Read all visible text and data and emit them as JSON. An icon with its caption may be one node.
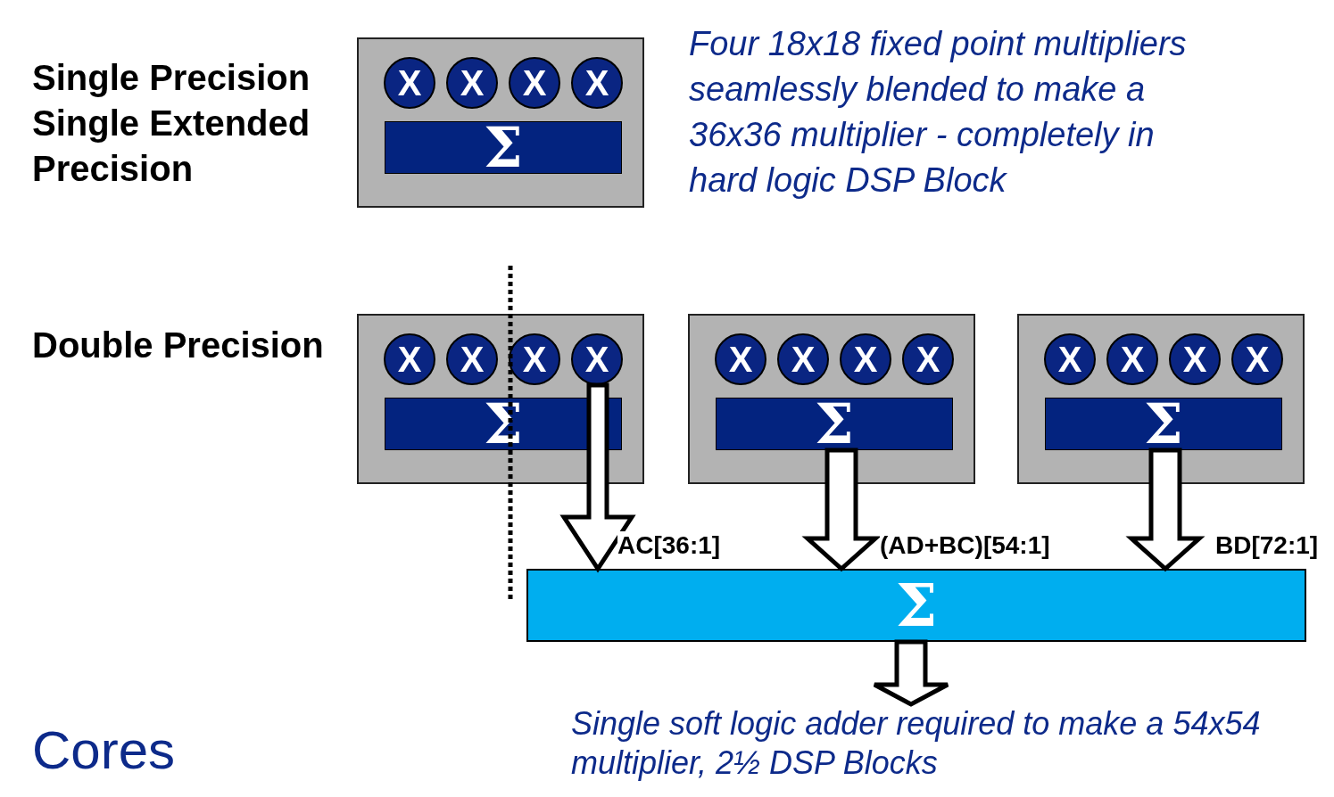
{
  "diagram": {
    "nodes": [
      {
        "text": [],
        "shape": "box"
      },
      {
        "text": [
          "X"
        ],
        "in": 0
      },
      {
        "text": [
          "X"
        ],
        "in": 0
      },
      {
        "text": [
          "X"
        ],
        "in": 0
      },
      {
        "text": [
          "X"
        ],
        "in": 0
      },
      {
        "text": [
          "Σ"
        ],
        "in": 0
      },
      {
        "text": [],
        "shape": "box"
      },
      {
        "text": [
          "X"
        ],
        "in": 6
      },
      {
        "text": [
          "X"
        ],
        "in": 6
      },
      {
        "text": [
          "X"
        ],
        "in": 6
      },
      {
        "text": [
          "X"
        ],
        "in": 6
      },
      {
        "text": [
          "Σ"
        ],
        "in": 6
      },
      {
        "text": [],
        "shape": "box"
      },
      {
        "text": [
          "X"
        ],
        "in": 12
      },
      {
        "text": [
          "X"
        ],
        "in": 12
      },
      {
        "text": [
          "X"
        ],
        "in": 12
      },
      {
        "text": [
          "X"
        ],
        "in": 12
      },
      {
        "text": [
          "Σ"
        ],
        "in": 12
      },
      {
        "text": [],
        "shape": "box"
      },
      {
        "text": [
          "X"
        ],
        "in": 18
      },
      {
        "text": [
          "X"
        ],
        "in": 18
      },
      {
        "text": [
          "X"
        ],
        "in": 18
      },
      {
        "text": [
          "X"
        ],
        "in": 18
      },
      {
        "text": [
          "Σ"
        ],
        "in": 18
      },
      {
        "text": [
          "Σ"
        ]
      },
      {
        "text": [
          "Single soft logic adder required to make a 54x54 multiplier, 2½ DSP Blocks"
        ]
      }
    ],
    "edges": [
      {
        "from": 10,
        "to": 24,
        "arrow": "to",
        "label": "AC[36:1]"
      },
      {
        "from": 17,
        "to": 24,
        "arrow": "to",
        "label": "(AD+BC)[54:1]"
      },
      {
        "from": 23,
        "to": 24,
        "arrow": "to",
        "label": "BD[72:1]"
      },
      {
        "from": 24,
        "to": 25,
        "arrow": "to"
      }
    ],
    "labels": [
      "Single Precision Single Extended Precision",
      "Four 18x18 fixed point multipliers seamlessly blended to make a 36x36 multiplier - completely in hard logic DSP Block",
      "Double Precision",
      "Cores"
    ]
  }
}
